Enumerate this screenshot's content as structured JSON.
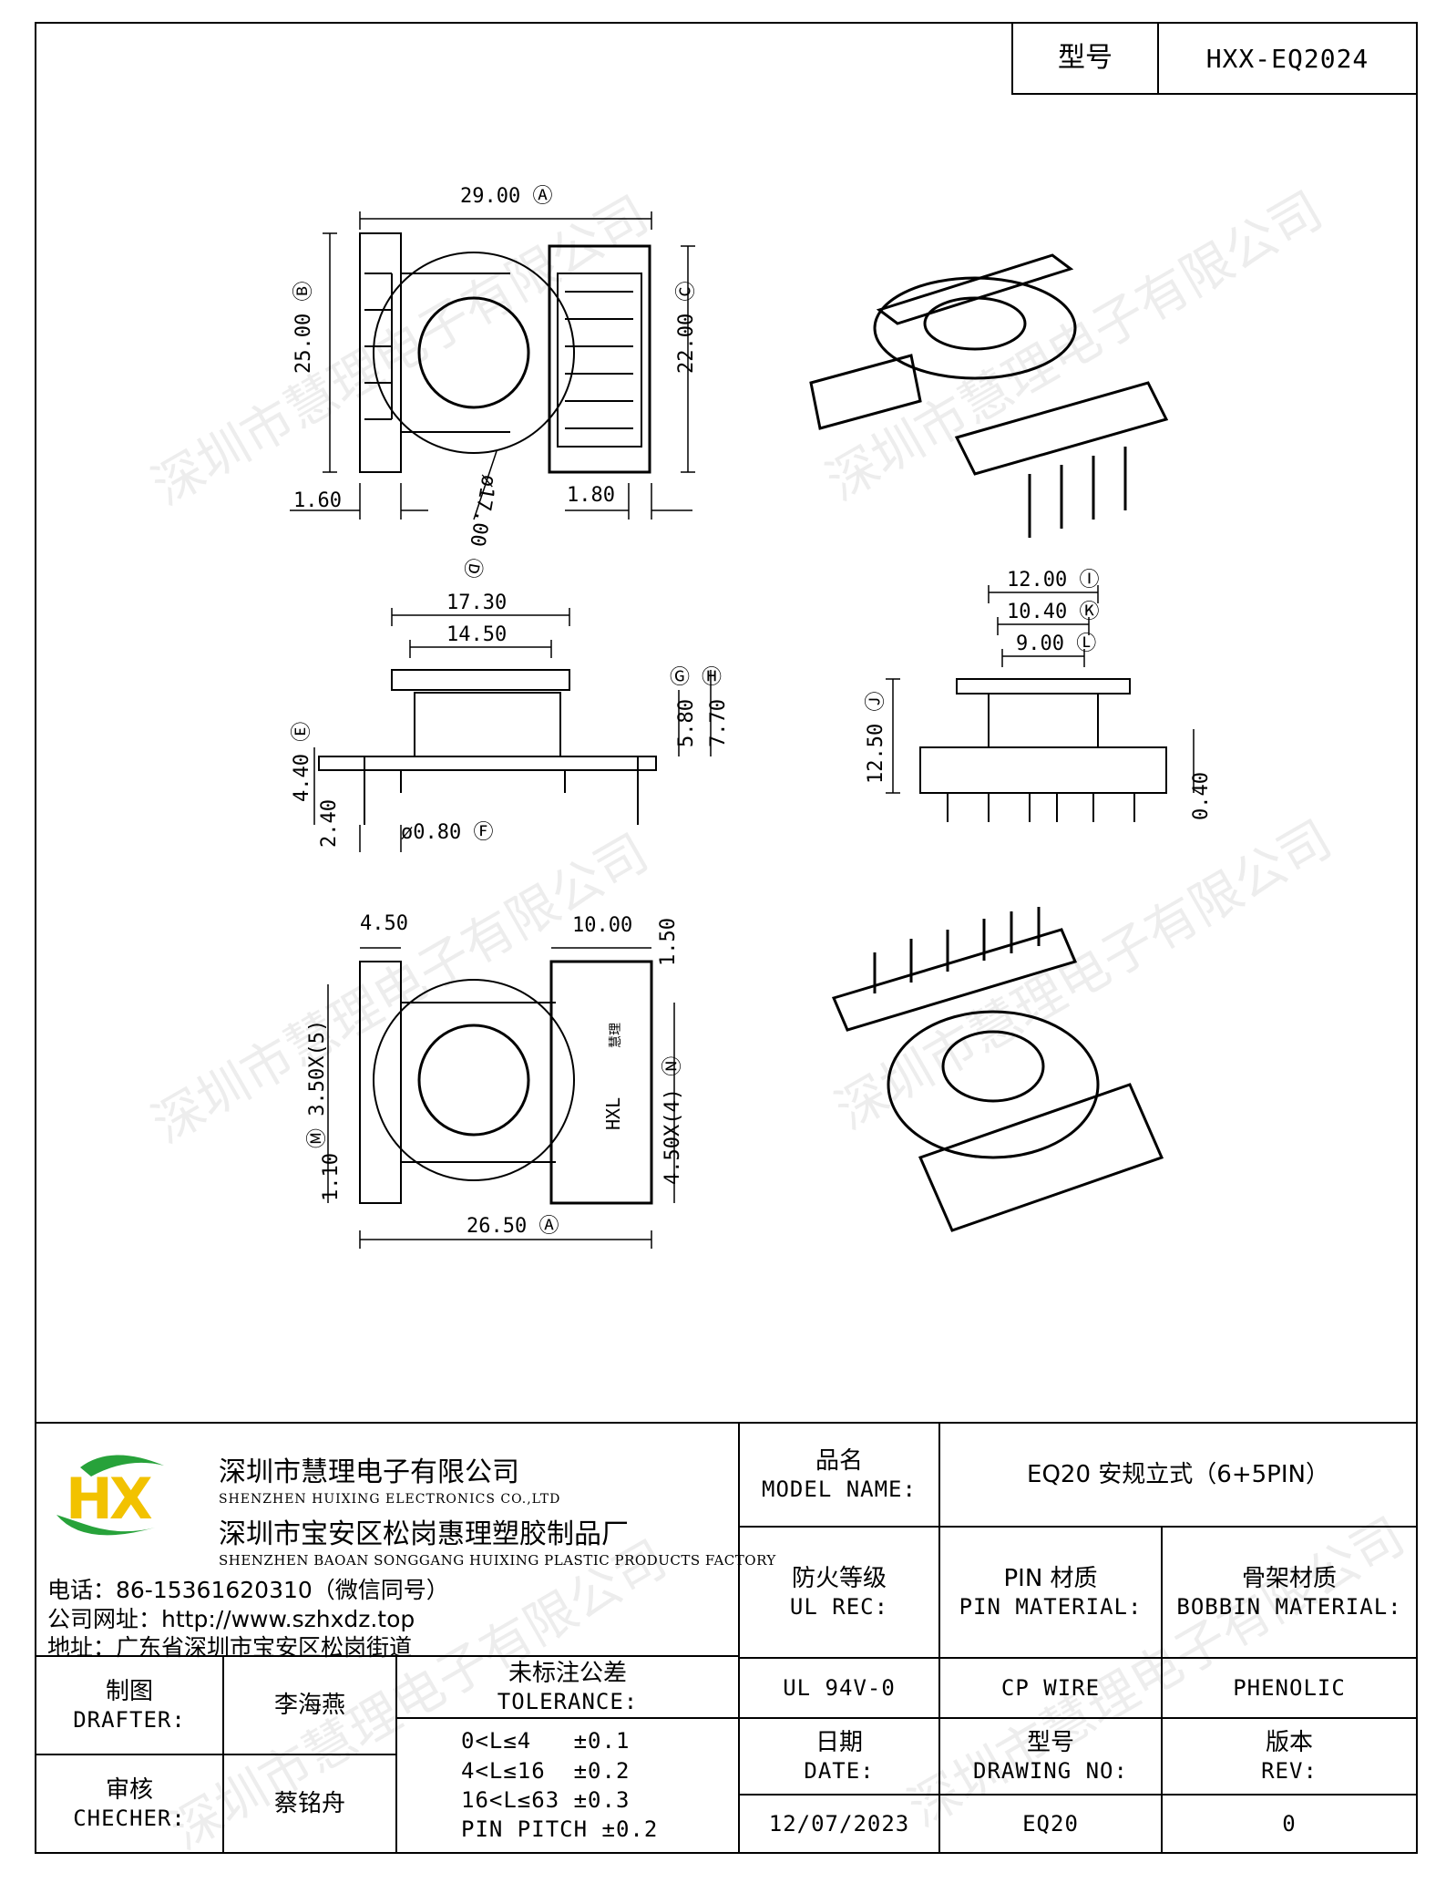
{
  "title_block": {
    "model_label": "型号",
    "model_value": "HXX-EQ2024"
  },
  "dimensions": {
    "top_width": "29.00 Ⓐ",
    "left_height": "25.00 Ⓑ",
    "right_height": "22.00 Ⓒ",
    "left_flange": "1.60",
    "right_flange": "1.80",
    "bore": "ø17.00 Ⓓ",
    "side_outer": "17.30",
    "side_inner": "14.50",
    "side_h1": "5.80",
    "side_h2": "7.70",
    "marker_g": "Ⓖ",
    "marker_h": "Ⓗ",
    "base_h": "4.40 Ⓔ",
    "pin_len": "2.40",
    "pin_dia": "ø0.80 Ⓕ",
    "end_w1": "12.00 Ⓘ",
    "end_w2": "10.40 Ⓚ",
    "end_w3": "9.00 Ⓛ",
    "end_h": "12.50 Ⓙ",
    "end_off": "0.40",
    "bot_left_w": "4.50",
    "bot_right_w": "10.00",
    "bot_slot": "1.50",
    "bot_pitch_left": "Ⓜ 3.50X(5)",
    "bot_pitch_right": "4.50X(4) Ⓝ",
    "bot_edge": "1.10",
    "bot_length": "26.50 Ⓐ",
    "mark_hxl": "HXL",
    "mark_hx": "慧理"
  },
  "watermark": "深圳市慧理电子有限公司",
  "company": {
    "logo_letters": "HX",
    "name_cn": "深圳市慧理电子有限公司",
    "name_en": "SHENZHEN HUIXING ELECTRONICS CO.,LTD",
    "factory_cn": "深圳市宝安区松岗惠理塑胶制品厂",
    "factory_en": "SHENZHEN BAOAN SONGGANG HUIXING PLASTIC PRODUCTS FACTORY",
    "phone": "电话：86-15361620310（微信同号）",
    "website": "公司网址：http://www.szhxdz.top",
    "address": "地址：广东省深圳市宝安区松岗街道"
  },
  "table": {
    "model_name_cn": "品名",
    "model_name_en": "MODEL NAME:",
    "model_name_value": "EQ20 安规立式（6+5PIN）",
    "fire_cn": "防火等级",
    "fire_en": "UL REC:",
    "pin_cn": "PIN 材质",
    "pin_en": "PIN MATERIAL:",
    "bobbin_cn": "骨架材质",
    "bobbin_en": "BOBBIN MATERIAL:",
    "fire_value": "UL 94V-0",
    "pin_value": "CP WIRE",
    "bobbin_value": "PHENOLIC",
    "drafter_cn": "制图",
    "drafter_en": "DRAFTER:",
    "drafter_name": "李海燕",
    "tolerance_cn": "未标注公差",
    "tolerance_en": "TOLERANCE:",
    "tol_1": "0<L≤4   ±0.1",
    "tol_2": "4<L≤16  ±0.2",
    "tol_3": "16<L≤63 ±0.3",
    "tol_4": "PIN PITCH ±0.2",
    "checker_cn": "审核",
    "checker_en": "CHECHER:",
    "checker_name": "蔡铭舟",
    "date_cn": "日期",
    "date_en": "DATE:",
    "drawing_no_cn": "型号",
    "drawing_no_en": "DRAWING NO:",
    "rev_cn": "版本",
    "rev_en": "REV:",
    "date_value": "12/07/2023",
    "drawing_no_value": "EQ20",
    "rev_value": "0"
  }
}
